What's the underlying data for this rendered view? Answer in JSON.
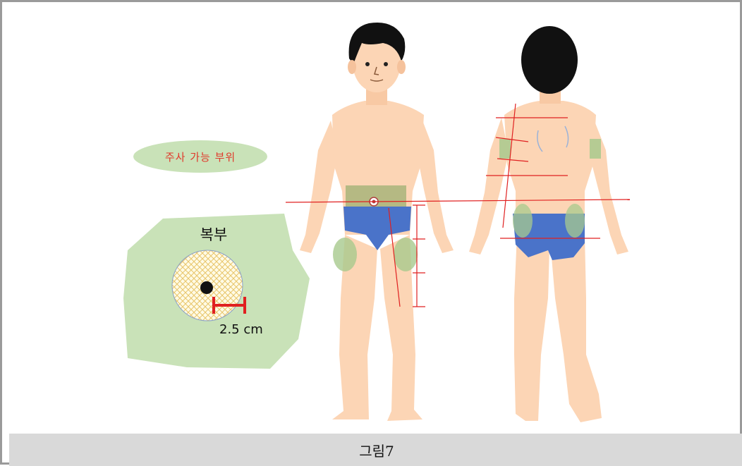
{
  "legend": {
    "injection_sites_label": "주사 가능 부위"
  },
  "detail": {
    "title": "복부",
    "distance_label": "2.5 cm"
  },
  "caption": {
    "text": "그림7"
  },
  "colors": {
    "skin": "#fcd5b5",
    "hair": "#111111",
    "brief": "#4a73c9",
    "site_overlay": "#a8c98d",
    "guide_line": "#e02020",
    "detail_bg": "#c9e2b8",
    "caption_bg": "#d9d9d9"
  }
}
